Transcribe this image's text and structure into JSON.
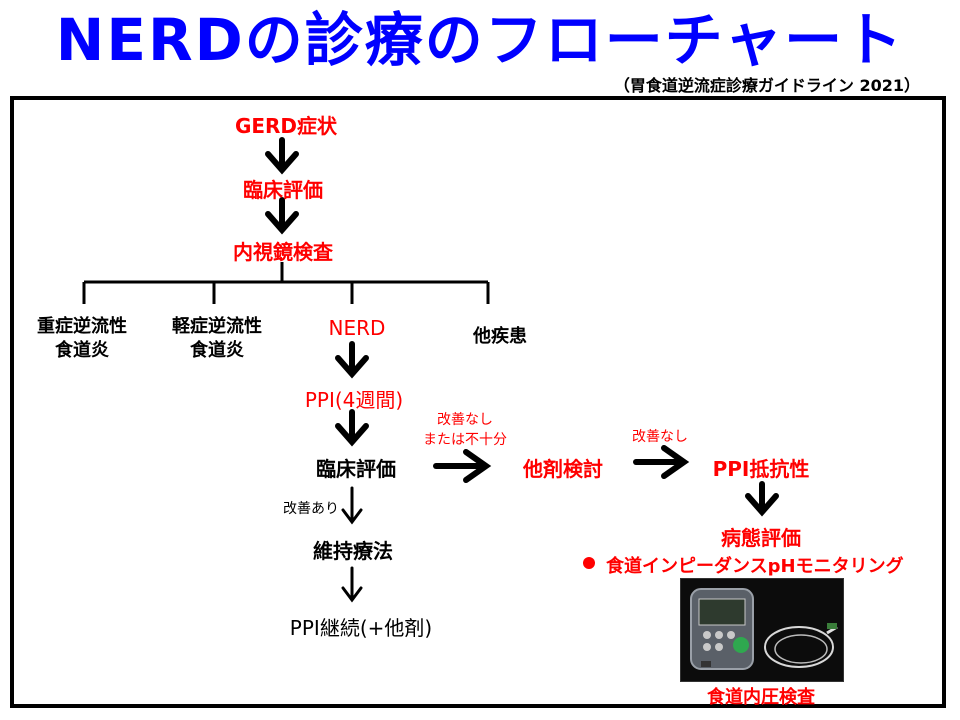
{
  "title": "NERDの診療のフローチャート",
  "source": "（胃食道逆流症診療ガイドライン 2021）",
  "nodes": {
    "gerd_symptoms": "GERD症状",
    "clinical_eval_1": "臨床評価",
    "endoscopy": "内視鏡検査",
    "severe_esophagitis": [
      "重症逆流性",
      "食道炎"
    ],
    "mild_esophagitis": [
      "軽症逆流性",
      "食道炎"
    ],
    "nerd": "NERD",
    "other_disease": "他疾患",
    "ppi_4weeks": "PPI(4週間)",
    "clinical_eval_2": "臨床評価",
    "other_drug_consider": "他剤検討",
    "ppi_resistant": "PPI抵抗性",
    "pathophysiology_eval": "病態評価",
    "impedance_ph": "食道インピーダンスpHモニタリング",
    "maintenance_therapy": "維持療法",
    "ppi_continue": "PPI継続(+他剤)",
    "esophageal_manometry": "食道内圧検査"
  },
  "edge_labels": {
    "no_improvement_or_insufficient": [
      "改善なし",
      "または不十分"
    ],
    "no_improvement": "改善なし",
    "improved": "改善あり"
  },
  "colors": {
    "title": "#0000ff",
    "highlight": "#ff0000",
    "text": "#000000"
  }
}
